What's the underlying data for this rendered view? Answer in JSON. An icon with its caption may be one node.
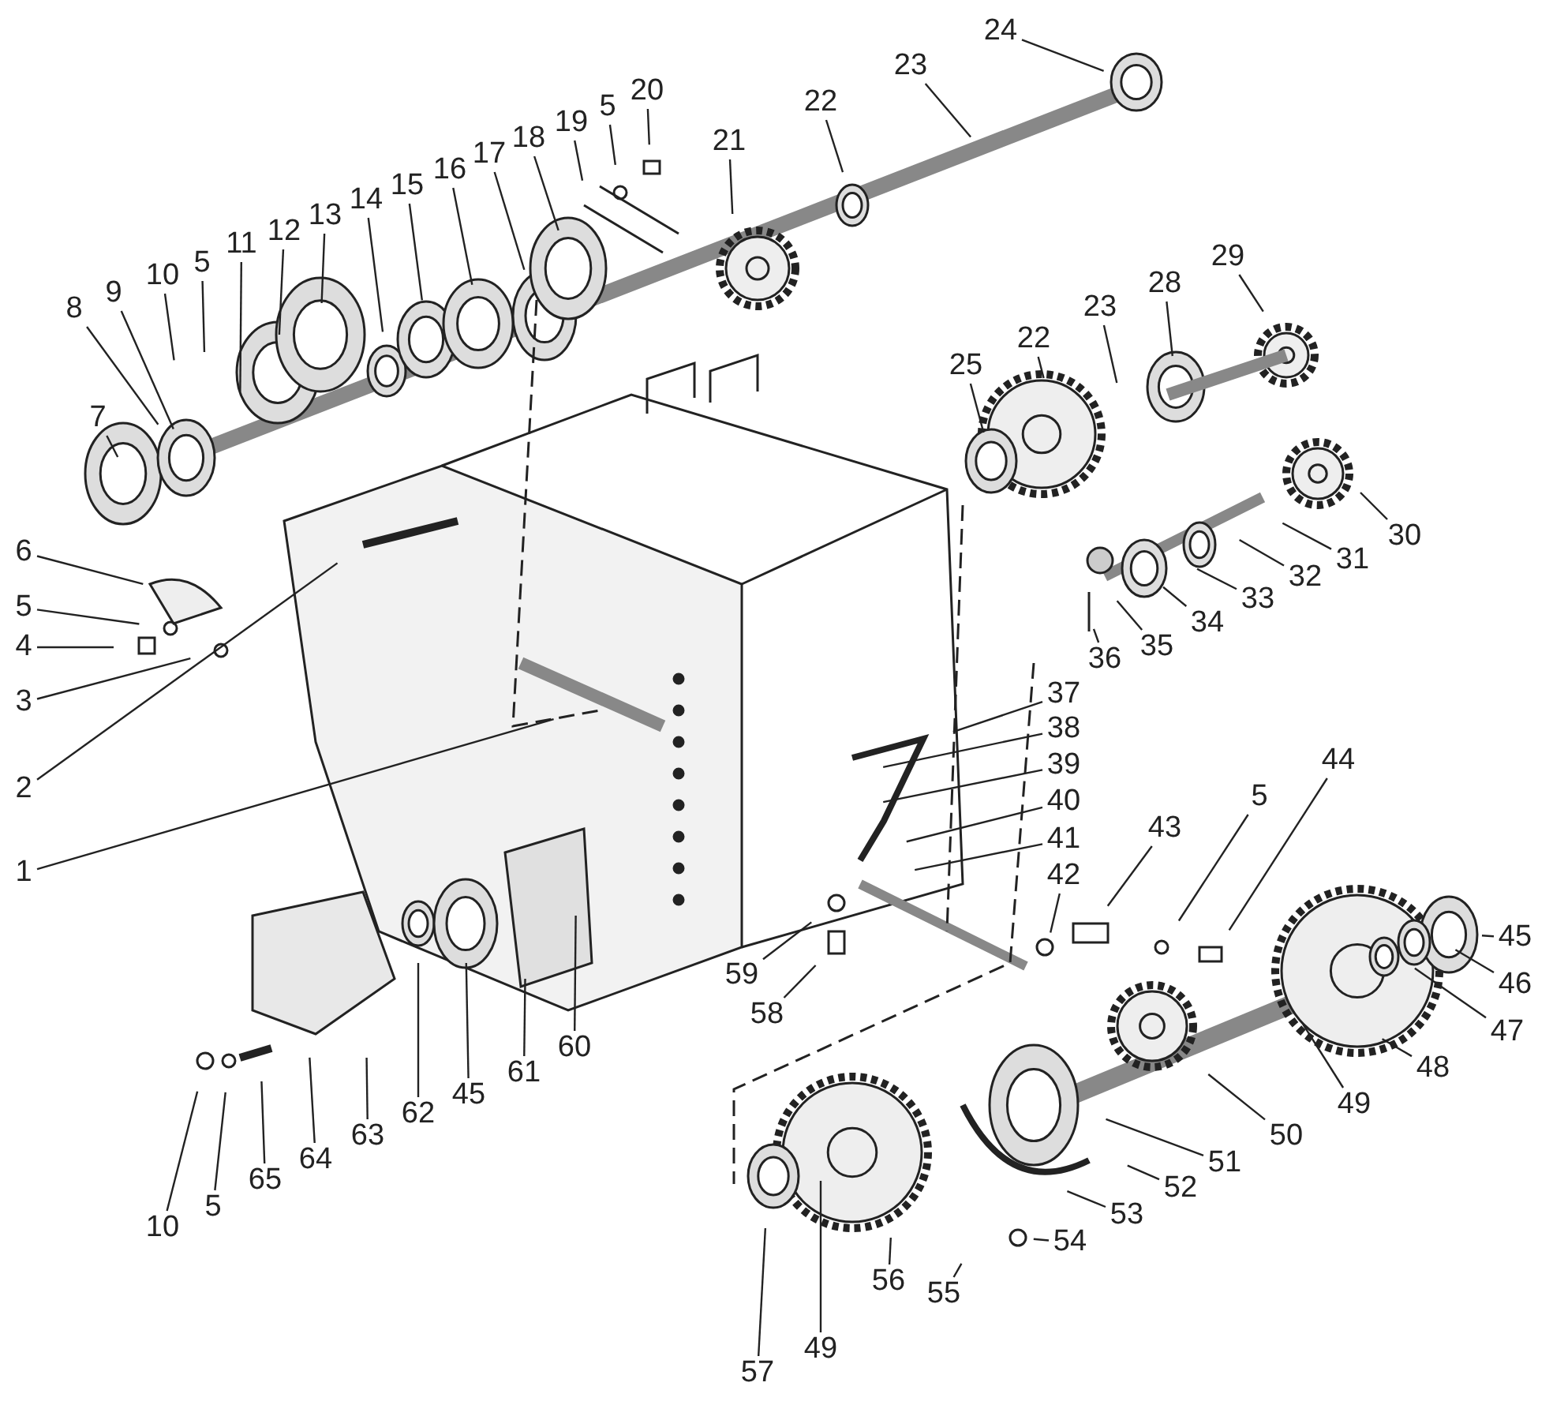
{
  "diagram": {
    "nodes": [
      {
        "text": [
          "7"
        ]
      },
      {
        "text": [
          "8"
        ]
      },
      {
        "text": [
          "9"
        ]
      },
      {
        "text": [
          "10"
        ]
      },
      {
        "text": [
          "5"
        ]
      },
      {
        "text": [
          "11"
        ]
      },
      {
        "text": [
          "12"
        ]
      },
      {
        "text": [
          "13"
        ]
      },
      {
        "text": [
          "14"
        ]
      },
      {
        "text": [
          "15"
        ]
      },
      {
        "text": [
          "16"
        ]
      },
      {
        "text": [
          "17"
        ]
      },
      {
        "text": [
          "18"
        ]
      },
      {
        "text": [
          "19"
        ]
      },
      {
        "text": [
          "5"
        ]
      },
      {
        "text": [
          "20"
        ]
      },
      {
        "text": [
          "21"
        ]
      },
      {
        "text": [
          "22"
        ]
      },
      {
        "text": [
          "23"
        ]
      },
      {
        "text": [
          "24"
        ]
      },
      {
        "text": [
          "25"
        ]
      },
      {
        "text": [
          "22"
        ]
      },
      {
        "text": [
          "23"
        ]
      },
      {
        "text": [
          "28"
        ]
      },
      {
        "text": [
          "29"
        ]
      },
      {
        "text": [
          "30"
        ]
      },
      {
        "text": [
          "31"
        ]
      },
      {
        "text": [
          "32"
        ]
      },
      {
        "text": [
          "33"
        ]
      },
      {
        "text": [
          "34"
        ]
      },
      {
        "text": [
          "35"
        ]
      },
      {
        "text": [
          "36"
        ]
      },
      {
        "text": [
          "37"
        ]
      },
      {
        "text": [
          "38"
        ]
      },
      {
        "text": [
          "39"
        ]
      },
      {
        "text": [
          "40"
        ]
      },
      {
        "text": [
          "41"
        ]
      },
      {
        "text": [
          "42"
        ]
      },
      {
        "text": [
          "43"
        ]
      },
      {
        "text": [
          "5"
        ]
      },
      {
        "text": [
          "44"
        ]
      },
      {
        "text": [
          "45"
        ]
      },
      {
        "text": [
          "46"
        ]
      },
      {
        "text": [
          "47"
        ]
      },
      {
        "text": [
          "48"
        ]
      },
      {
        "text": [
          "49"
        ]
      },
      {
        "text": [
          "50"
        ]
      },
      {
        "text": [
          "51"
        ]
      },
      {
        "text": [
          "52"
        ]
      },
      {
        "text": [
          "53"
        ]
      },
      {
        "text": [
          "54"
        ]
      },
      {
        "text": [
          "55"
        ]
      },
      {
        "text": [
          "56"
        ]
      },
      {
        "text": [
          "57"
        ]
      },
      {
        "text": [
          "49"
        ]
      },
      {
        "text": [
          "58"
        ]
      },
      {
        "text": [
          "59"
        ]
      },
      {
        "text": [
          "60"
        ]
      },
      {
        "text": [
          "61"
        ]
      },
      {
        "text": [
          "62"
        ]
      },
      {
        "text": [
          "45"
        ]
      },
      {
        "text": [
          "63"
        ]
      },
      {
        "text": [
          "64"
        ]
      },
      {
        "text": [
          "65"
        ]
      },
      {
        "text": [
          "5"
        ]
      },
      {
        "text": [
          "10"
        ]
      },
      {
        "text": [
          "1"
        ]
      },
      {
        "text": [
          "2"
        ]
      },
      {
        "text": [
          "3"
        ]
      },
      {
        "text": [
          "4"
        ]
      },
      {
        "text": [
          "5"
        ]
      },
      {
        "text": [
          "6"
        ]
      }
    ],
    "edges": [
      {
        "from": 0,
        "to": null,
        "arrow": "none"
      },
      {
        "from": 1,
        "to": null,
        "arrow": "none"
      },
      {
        "from": 2,
        "to": null,
        "arrow": "none"
      },
      {
        "from": 3,
        "to": null,
        "arrow": "none"
      },
      {
        "from": 4,
        "to": null,
        "arrow": "none"
      },
      {
        "from": 5,
        "to": null,
        "arrow": "none"
      },
      {
        "from": 6,
        "to": null,
        "arrow": "none"
      },
      {
        "from": 7,
        "to": null,
        "arrow": "none"
      },
      {
        "from": 8,
        "to": null,
        "arrow": "none"
      },
      {
        "from": 9,
        "to": null,
        "arrow": "none"
      },
      {
        "from": 10,
        "to": null,
        "arrow": "none"
      },
      {
        "from": 11,
        "to": null,
        "arrow": "none"
      },
      {
        "from": 12,
        "to": null,
        "arrow": "none"
      },
      {
        "from": 13,
        "to": null,
        "arrow": "none"
      },
      {
        "from": 14,
        "to": null,
        "arrow": "none"
      },
      {
        "from": 15,
        "to": null,
        "arrow": "none"
      },
      {
        "from": 16,
        "to": null,
        "arrow": "none"
      },
      {
        "from": 17,
        "to": null,
        "arrow": "none"
      },
      {
        "from": 18,
        "to": null,
        "arrow": "none"
      },
      {
        "from": 19,
        "to": null,
        "arrow": "none"
      },
      {
        "from": 20,
        "to": null,
        "arrow": "none"
      },
      {
        "from": 21,
        "to": null,
        "arrow": "none"
      },
      {
        "from": 22,
        "to": null,
        "arrow": "none"
      },
      {
        "from": 23,
        "to": null,
        "arrow": "none"
      },
      {
        "from": 24,
        "to": null,
        "arrow": "none"
      },
      {
        "from": 25,
        "to": null,
        "arrow": "none"
      },
      {
        "from": 26,
        "to": null,
        "arrow": "none"
      },
      {
        "from": 27,
        "to": null,
        "arrow": "none"
      },
      {
        "from": 28,
        "to": null,
        "arrow": "none"
      },
      {
        "from": 29,
        "to": null,
        "arrow": "none"
      },
      {
        "from": 30,
        "to": null,
        "arrow": "none"
      },
      {
        "from": 31,
        "to": null,
        "arrow": "none"
      },
      {
        "from": 32,
        "to": null,
        "arrow": "none"
      },
      {
        "from": 33,
        "to": null,
        "arrow": "none"
      },
      {
        "from": 34,
        "to": null,
        "arrow": "none"
      },
      {
        "from": 35,
        "to": null,
        "arrow": "none"
      },
      {
        "from": 36,
        "to": null,
        "arrow": "none"
      },
      {
        "from": 37,
        "to": null,
        "arrow": "none"
      },
      {
        "from": 38,
        "to": null,
        "arrow": "none"
      },
      {
        "from": 39,
        "to": null,
        "arrow": "none"
      },
      {
        "from": 40,
        "to": null,
        "arrow": "none"
      },
      {
        "from": 41,
        "to": null,
        "arrow": "none"
      },
      {
        "from": 42,
        "to": null,
        "arrow": "none"
      },
      {
        "from": 43,
        "to": null,
        "arrow": "none"
      },
      {
        "from": 44,
        "to": null,
        "arrow": "none"
      },
      {
        "from": 45,
        "to": null,
        "arrow": "none"
      },
      {
        "from": 46,
        "to": null,
        "arrow": "none"
      },
      {
        "from": 47,
        "to": null,
        "arrow": "none"
      },
      {
        "from": 48,
        "to": null,
        "arrow": "none"
      },
      {
        "from": 49,
        "to": null,
        "arrow": "none"
      },
      {
        "from": 50,
        "to": null,
        "arrow": "none"
      },
      {
        "from": 51,
        "to": null,
        "arrow": "none"
      },
      {
        "from": 52,
        "to": null,
        "arrow": "none"
      },
      {
        "from": 53,
        "to": null,
        "arrow": "none"
      },
      {
        "from": 54,
        "to": null,
        "arrow": "none"
      },
      {
        "from": 55,
        "to": null,
        "arrow": "none"
      },
      {
        "from": 56,
        "to": null,
        "arrow": "none"
      },
      {
        "from": 57,
        "to": null,
        "arrow": "none"
      },
      {
        "from": 58,
        "to": null,
        "arrow": "none"
      },
      {
        "from": 59,
        "to": null,
        "arrow": "none"
      },
      {
        "from": 60,
        "to": null,
        "arrow": "none"
      },
      {
        "from": 61,
        "to": null,
        "arrow": "none"
      },
      {
        "from": 62,
        "to": null,
        "arrow": "none"
      },
      {
        "from": 63,
        "to": null,
        "arrow": "none"
      },
      {
        "from": 64,
        "to": null,
        "arrow": "none"
      },
      {
        "from": 65,
        "to": null,
        "arrow": "none"
      },
      {
        "from": 66,
        "to": null,
        "arrow": "none"
      },
      {
        "from": 67,
        "to": null,
        "arrow": "none"
      },
      {
        "from": 68,
        "to": null,
        "arrow": "none"
      },
      {
        "from": 69,
        "to": null,
        "arrow": "none"
      },
      {
        "from": 70,
        "to": null,
        "arrow": "none"
      },
      {
        "from": 71,
        "to": null,
        "arrow": "none"
      }
    ]
  }
}
